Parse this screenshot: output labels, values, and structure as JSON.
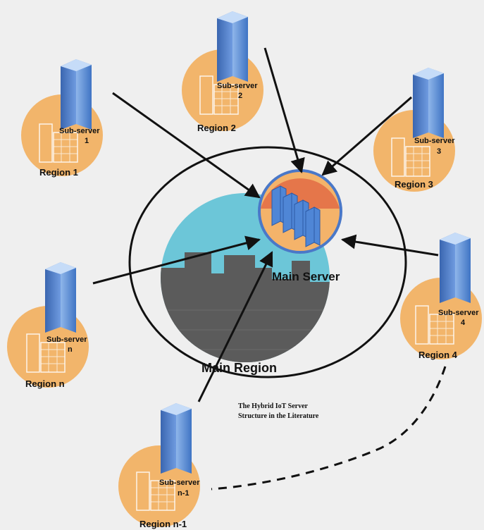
{
  "main": {
    "server_label": "Main Server",
    "region_label": "Main Region",
    "caption": [
      "The Hybrid IoT Server",
      "Structure in the Literature"
    ]
  },
  "regions": [
    {
      "id": "r1",
      "region_label": "Region 1",
      "server_line1": "Sub-server",
      "server_line2": "1"
    },
    {
      "id": "r2",
      "region_label": "Region 2",
      "server_line1": "Sub-server",
      "server_line2": "2"
    },
    {
      "id": "r3",
      "region_label": "Region 3",
      "server_line1": "Sub-server",
      "server_line2": "3"
    },
    {
      "id": "r4",
      "region_label": "Region 4",
      "server_line1": "Sub-server",
      "server_line2": "4"
    },
    {
      "id": "rn",
      "region_label": "Region n",
      "server_line1": "Sub-server",
      "server_line2": "n"
    },
    {
      "id": "rn1",
      "region_label": "Region n-1",
      "server_line1": "Sub-server",
      "server_line2": "n-1"
    }
  ],
  "colors": {
    "region_fill": "#f2b56b",
    "server_blue": "#5b8fd6",
    "sky": "#6cc6d8",
    "city": "#5a5a5a",
    "arrow": "#111111"
  }
}
